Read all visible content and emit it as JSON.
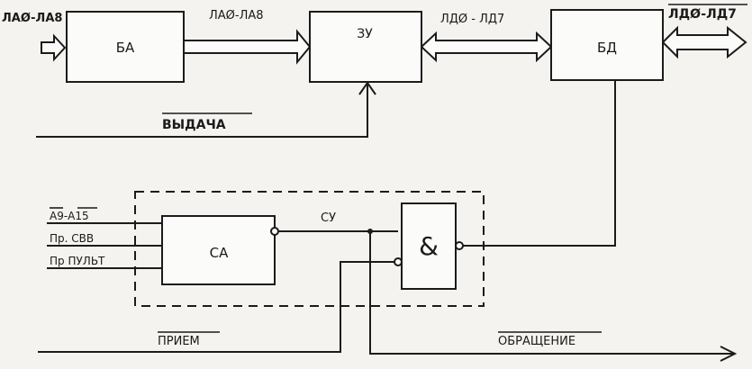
{
  "blocks": {
    "ba": "БА",
    "zu": "ЗУ",
    "bd": "БД",
    "sa": "СА",
    "and_gate": "&"
  },
  "signals": {
    "input_address": "ЛАØ-ЛА8",
    "ba_to_zu": "ЛАØ-ЛА8",
    "zu_bd_data": "ЛДØ - ЛД7",
    "external_data": "ЛДØ-ЛД7",
    "output_enable": "ВЫДАЧА",
    "select": "СУ",
    "addr_high": "А9-А15",
    "pr_svv": "Пр. СВВ",
    "pr_pult": "Пр ПУЛЬТ",
    "receive": "ПРИЕМ",
    "access": "ОБРАЩЕНИЕ"
  }
}
